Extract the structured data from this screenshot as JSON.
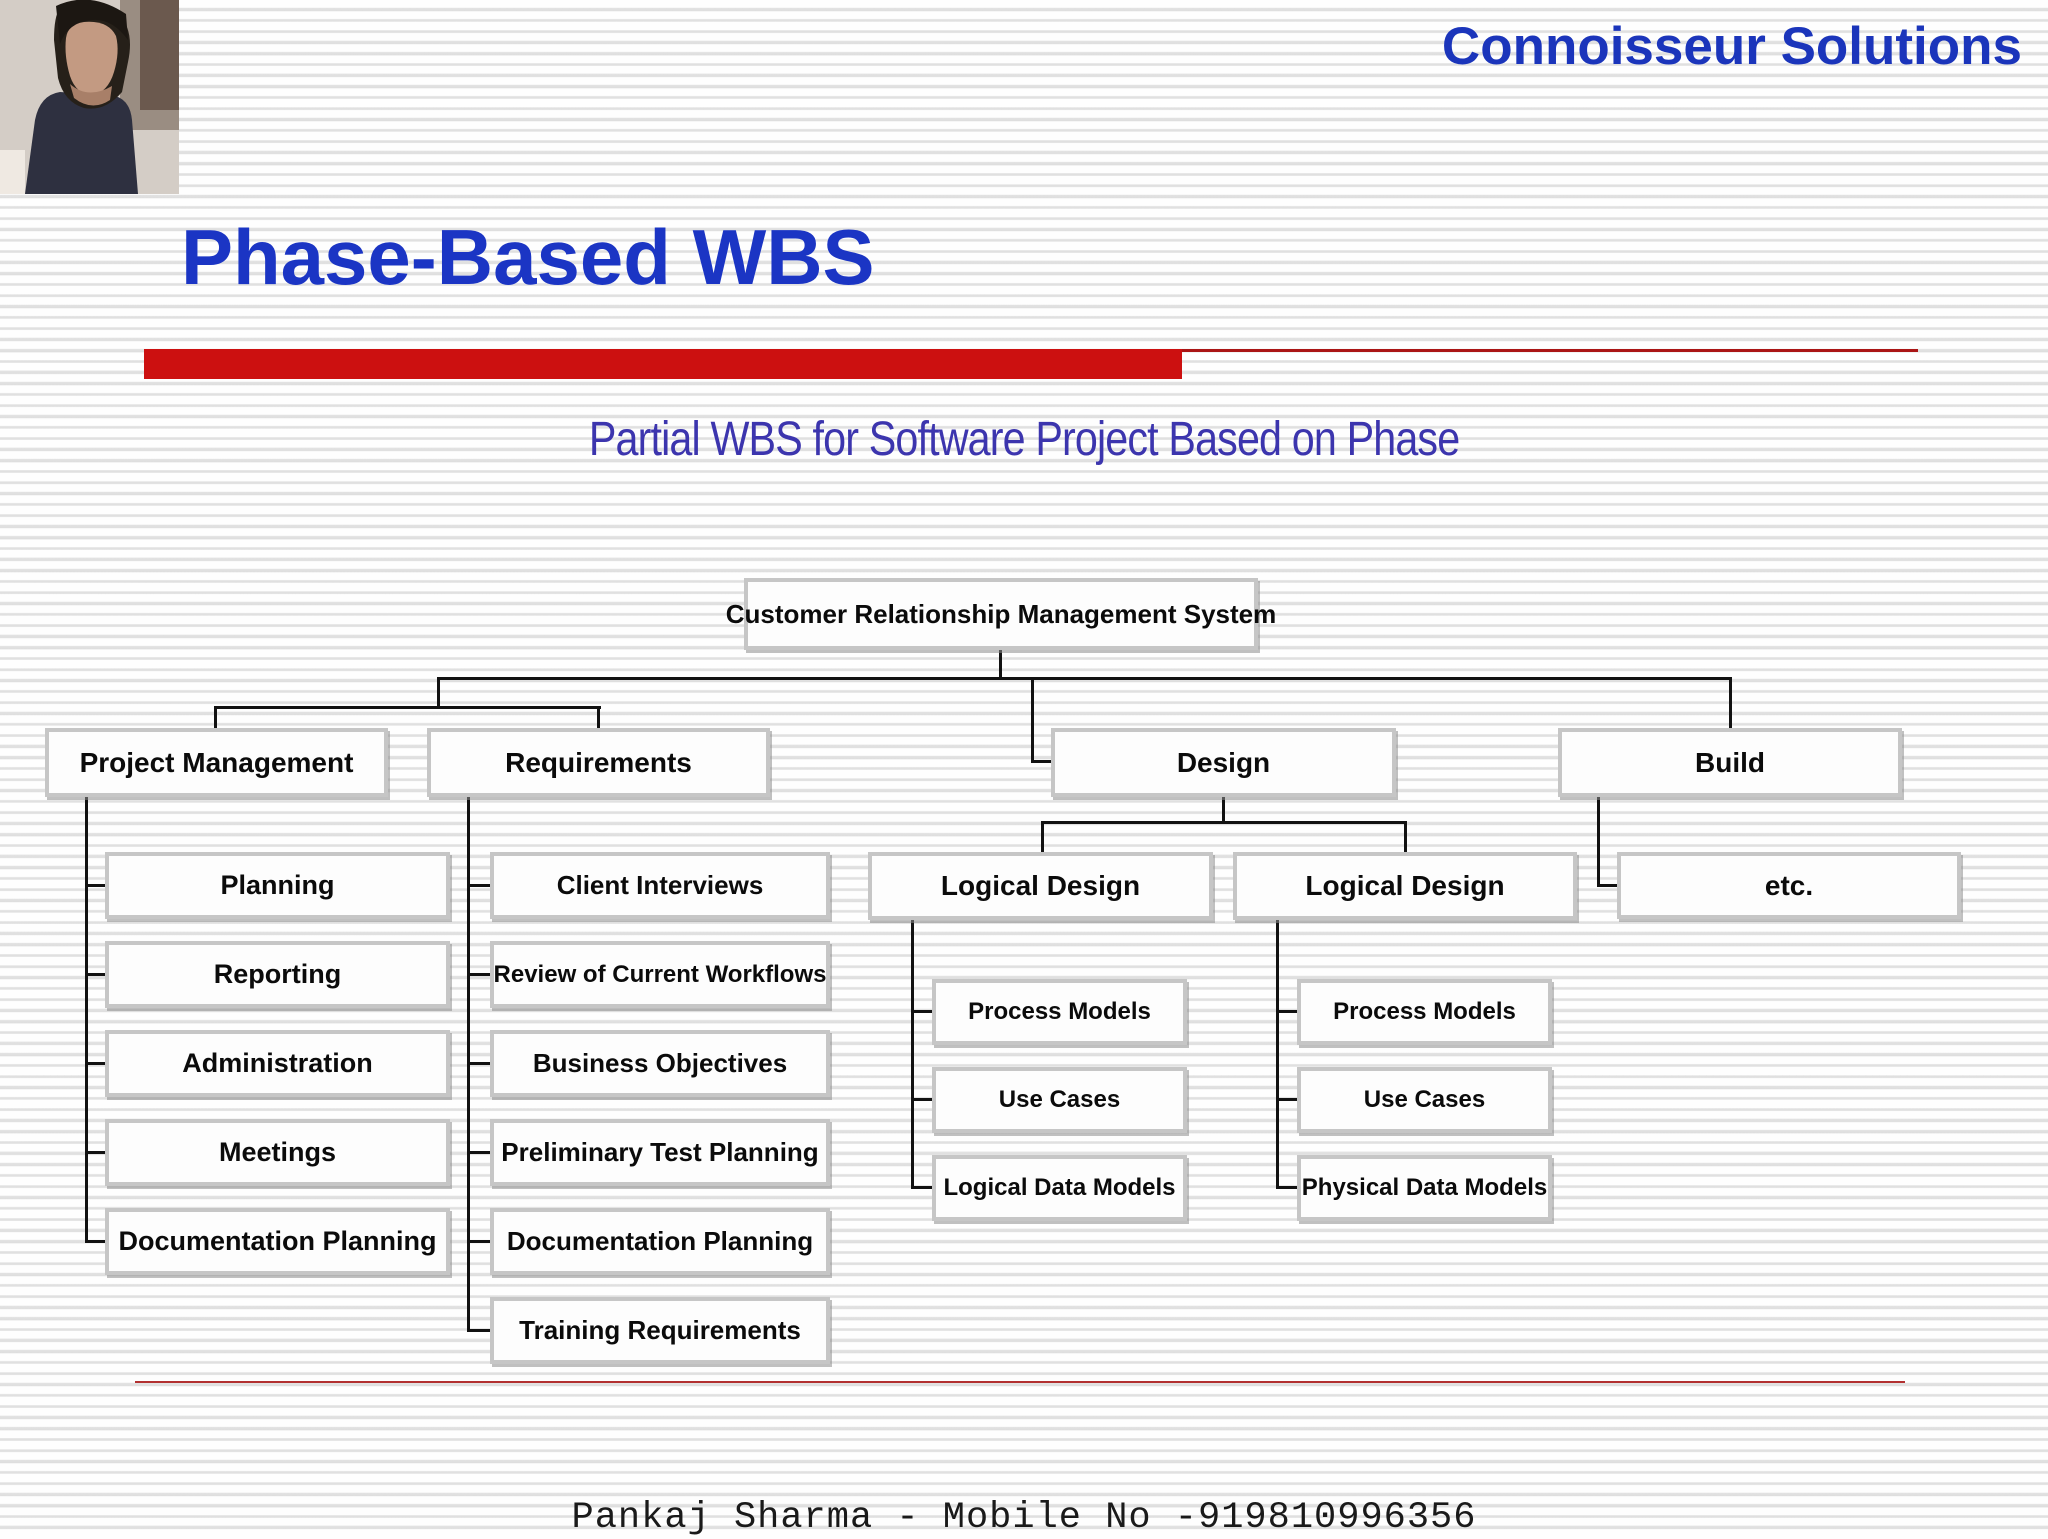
{
  "slide": {
    "brand": "Connoisseur Solutions",
    "title": "Phase-Based WBS",
    "subtitle": "Partial WBS for Software Project Based on Phase",
    "footer": "Pankaj Sharma - Mobile No -919810996356"
  },
  "photo": {
    "description": "presenter-webcam-photo"
  },
  "colors": {
    "brand_blue": "#1b35bb",
    "title_blue": "#1b35c4",
    "subtitle_indigo": "#3c35ae",
    "accent_red": "#cc1010",
    "thin_rule_red": "#aa1515",
    "bottom_rule_red": "#b23030",
    "connector_black": "#121212",
    "box_border_gray": "#c6c6c6"
  },
  "wbs": {
    "root": "Customer Relationship Management System",
    "project_management": {
      "label": "Project Management",
      "children": [
        "Planning",
        "Reporting",
        "Administration",
        "Meetings",
        "Documentation Planning"
      ]
    },
    "requirements": {
      "label": "Requirements",
      "children": [
        "Client Interviews",
        "Review of Current Workflows",
        "Business Objectives",
        "Preliminary Test Planning",
        "Documentation Planning",
        "Training Requirements"
      ]
    },
    "design": {
      "label": "Design",
      "children": [
        {
          "label": "Logical Design",
          "children": [
            "Process Models",
            "Use Cases",
            "Logical Data Models"
          ]
        },
        {
          "label": "Logical Design",
          "children": [
            "Process Models",
            "Use Cases",
            "Physical Data Models"
          ]
        }
      ]
    },
    "build": {
      "label": "Build",
      "children": [
        "etc."
      ]
    }
  }
}
